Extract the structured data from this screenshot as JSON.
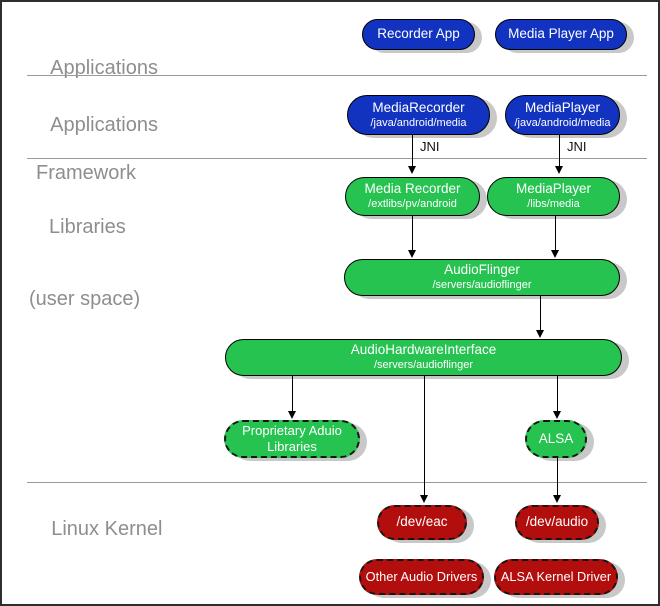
{
  "colors": {
    "blue_node": "#1232c0",
    "green_node": "#26c351",
    "red_node": "#b20e0e",
    "layer_label_gray": "#8e8e8e",
    "divider_gray": "#9a9a9a",
    "shadow_gray": "#c8c8c8",
    "node_text": "#ffffff"
  },
  "layers": {
    "applications": {
      "line1": "Applications"
    },
    "framework": {
      "line1": "Applications",
      "line2": "Framework"
    },
    "libraries": {
      "line1": "Libraries",
      "line2": "(user space)"
    },
    "kernel": {
      "line1": "Linux Kernel"
    }
  },
  "jni": {
    "left": "JNI",
    "right": "JNI"
  },
  "nodes": {
    "recorder_app": {
      "title": "Recorder App"
    },
    "media_player_app": {
      "title": "Media Player App"
    },
    "media_recorder_fw": {
      "title": "MediaRecorder",
      "subtitle": "/java/android/media"
    },
    "media_player_fw": {
      "title": "MediaPlayer",
      "subtitle": "/java/android/media"
    },
    "media_recorder_lib": {
      "title": "Media Recorder",
      "subtitle": "/extlibs/pv/android"
    },
    "media_player_lib": {
      "title": "MediaPlayer",
      "subtitle": "/libs/media"
    },
    "audio_flinger": {
      "title": "AudioFlinger",
      "subtitle": "/servers/audioflinger"
    },
    "audio_hw_interface": {
      "title": "AudioHardwareInterface",
      "subtitle": "/servers/audioflinger"
    },
    "proprietary_libs": {
      "title": "Proprietary Aduio Libraries"
    },
    "alsa": {
      "title": "ALSA"
    },
    "dev_eac": {
      "title": "/dev/eac"
    },
    "dev_audio": {
      "title": "/dev/audio"
    },
    "other_audio_drivers": {
      "title": "Other Audio Drivers"
    },
    "alsa_kernel_driver": {
      "title": "ALSA Kernel Driver"
    }
  }
}
